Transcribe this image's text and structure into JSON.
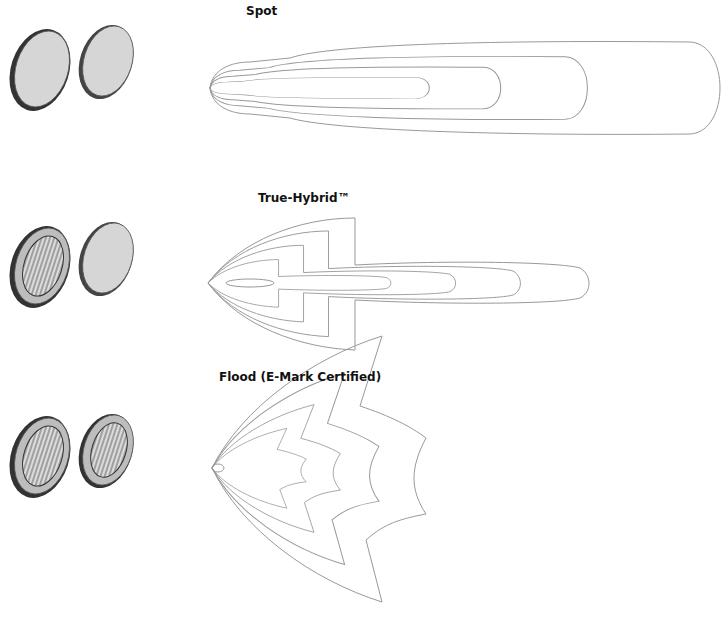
{
  "diagram": {
    "labels": [
      "Spot",
      "True-Hybrid™",
      "Flood (E-Mark Certified)"
    ]
  }
}
